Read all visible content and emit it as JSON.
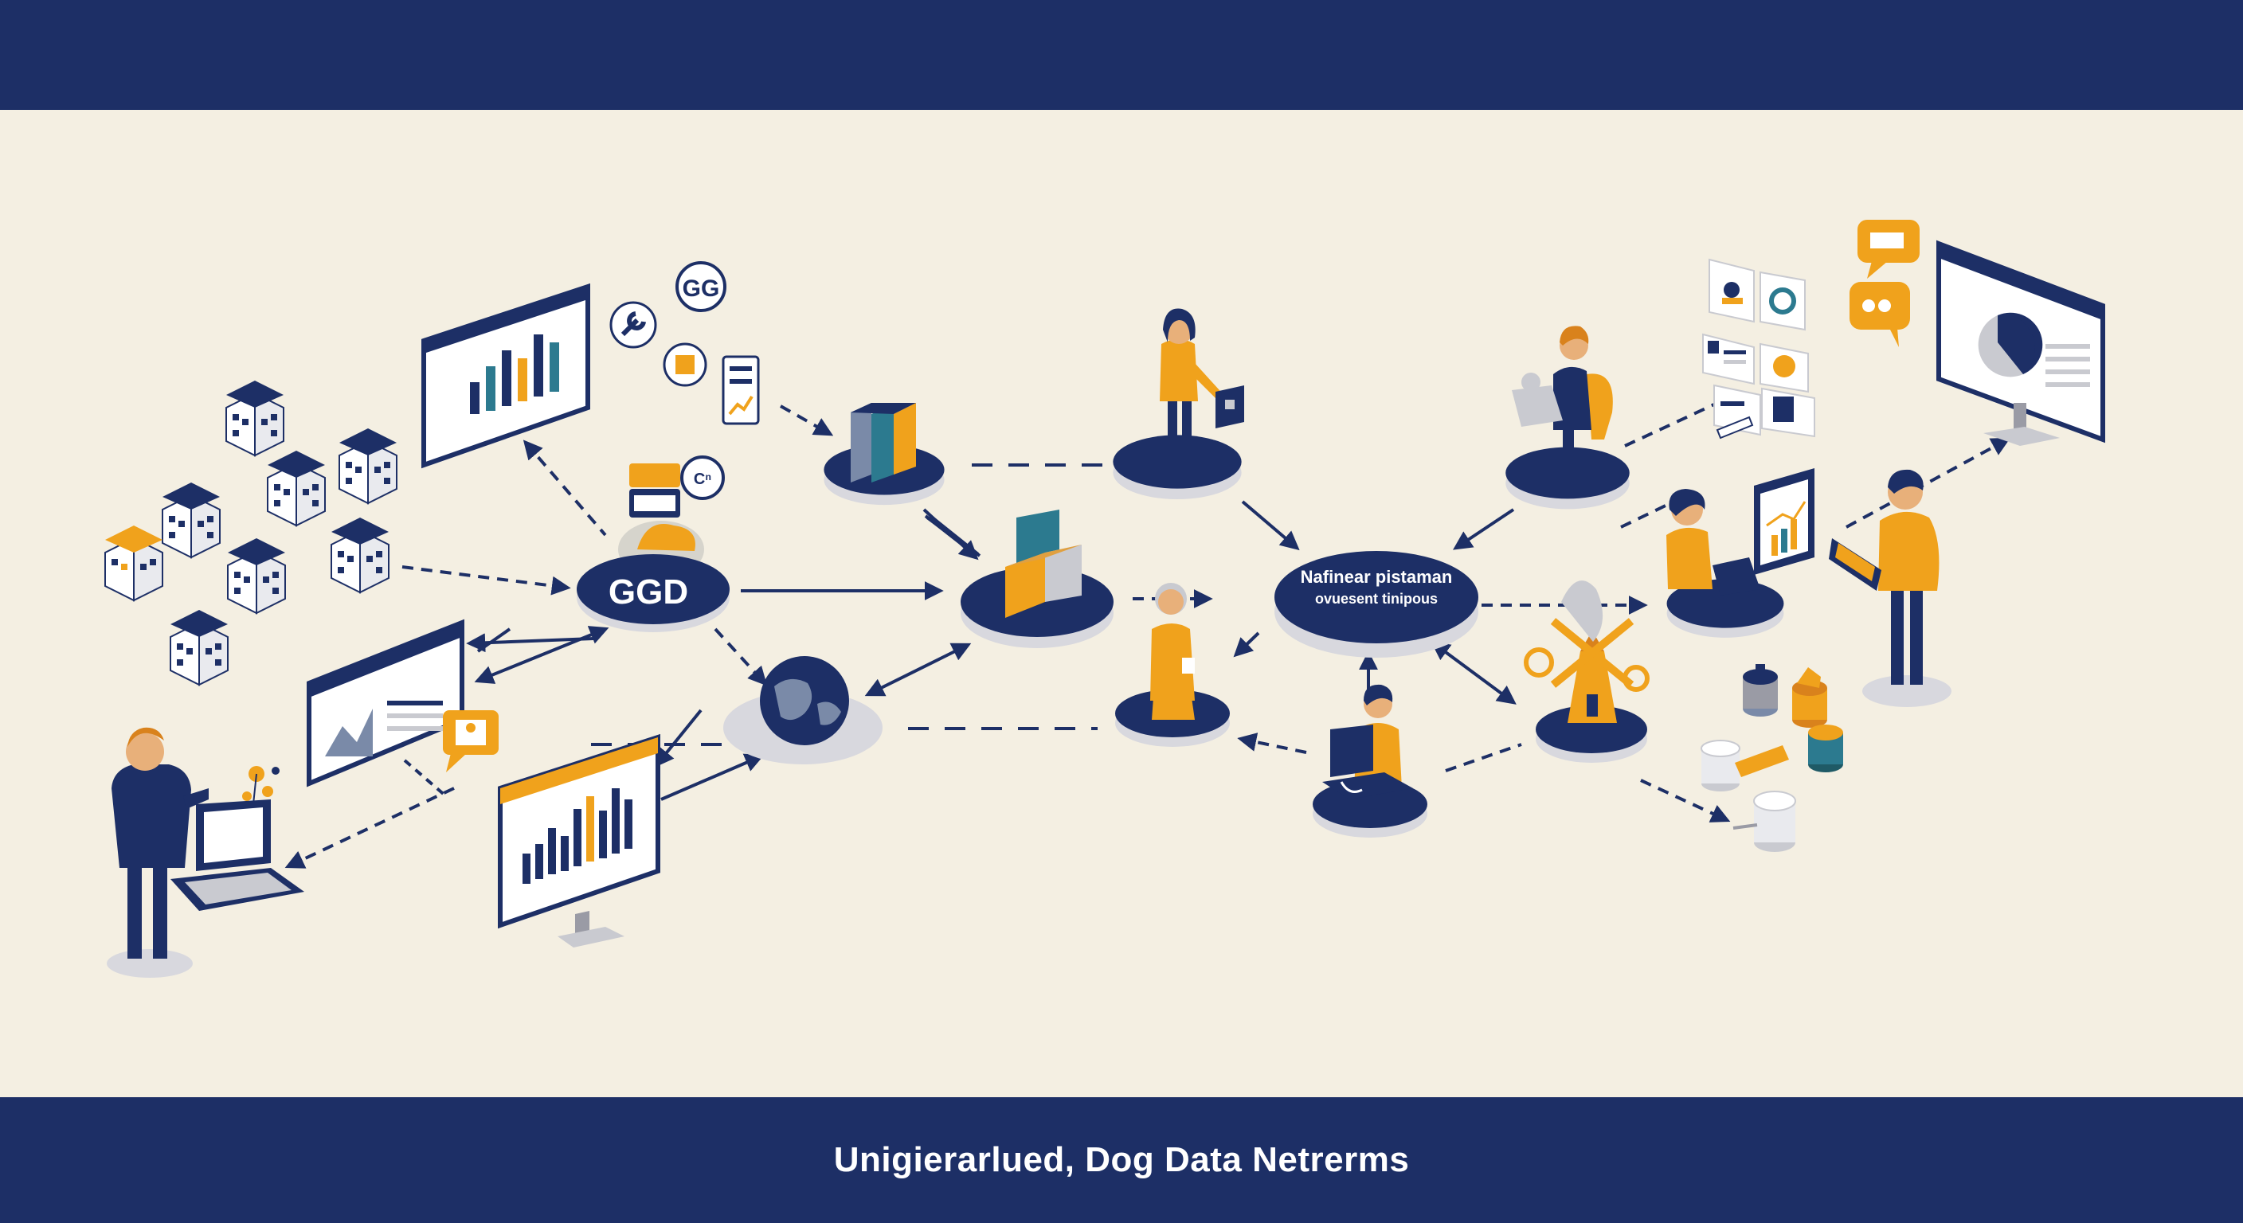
{
  "footer": {
    "title": "Unigierarlued, Dog Data Netrerms"
  },
  "nodes": {
    "ggd": {
      "label": "GGD"
    },
    "central": {
      "line1": "Nafinear pistaman",
      "line2": "ovuesent tinipous"
    }
  },
  "badges": {
    "gg": "GG",
    "chat": "Cⁿ"
  },
  "colors": {
    "navy": "#1d2f66",
    "orange": "#f0a21c",
    "cream": "#f4efe2",
    "gray": "#c9cad0"
  },
  "icons": [
    "building-icon",
    "monitor-icon",
    "chart-icon",
    "globe-icon",
    "windmill-icon",
    "person-icon",
    "laptop-icon",
    "chat-bubble-icon",
    "cylinder-icon"
  ]
}
